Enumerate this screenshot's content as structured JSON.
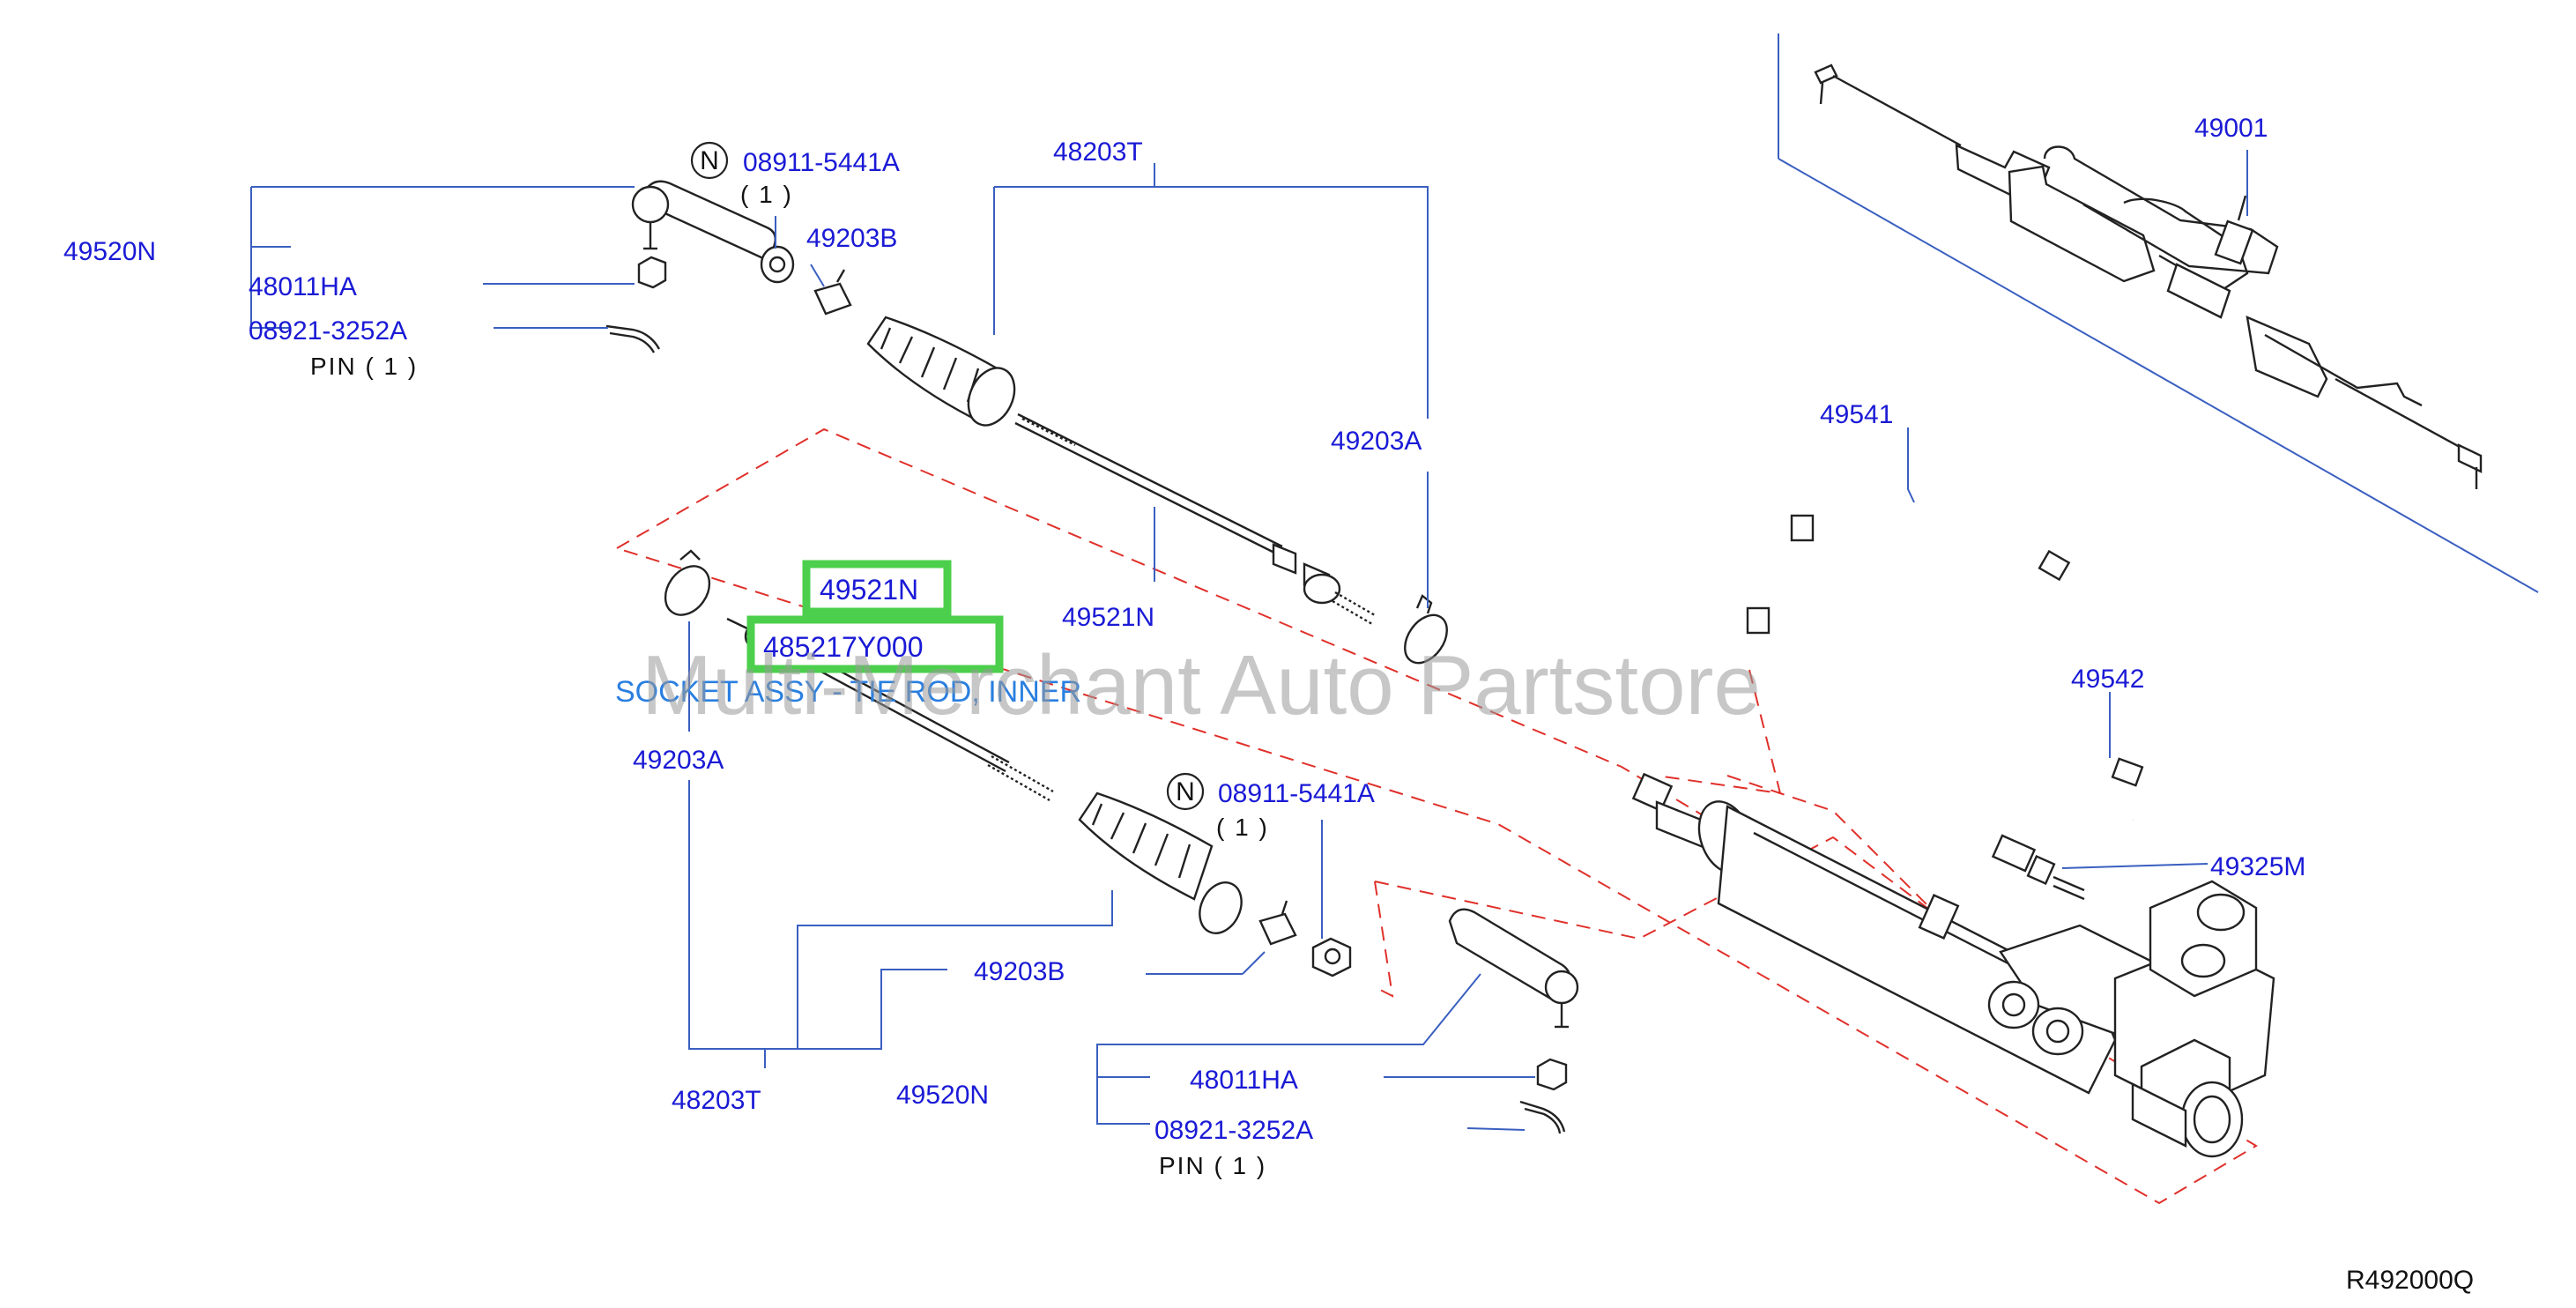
{
  "labels": {
    "tie_rod_end_top": "49520N",
    "nut_code_top": "08911-5441A",
    "nut_qty_top": "( 1 )",
    "nut_n_top": "N",
    "boot_kit_top": "48203T",
    "jam_nut_top": "48011HA",
    "clip_b_top": "49203B",
    "pin_top": "08921-3252A",
    "pin_text_top": "PIN ( 1 )",
    "clamp_a_top": "49203A",
    "inner_rod_top": "49521N",
    "inner_rod_mid": "49521N",
    "part_number": "485217Y000",
    "description": "SOCKET ASSY - TIE ROD, INNER",
    "clamp_a_left": "49203A",
    "nut_code_bot": "08911-5441A",
    "nut_qty_bot": "( 1 )",
    "nut_n_bot": "N",
    "clip_b_bot": "49203B",
    "boot_kit_bot": "48203T",
    "tie_rod_end_bot": "49520N",
    "jam_nut_bot": "48011HA",
    "pin_bot": "08921-3252A",
    "pin_text_bot": "PIN ( 1 )",
    "gear_assy": "49001",
    "tube_a": "49541",
    "tube_b": "49542",
    "connector": "49325M",
    "diagram_ref": "R492000Q"
  },
  "watermark": "Multi-Merchant Auto Partstore",
  "colors": {
    "label": "#1a1ad6",
    "leader": "#3a5fc0",
    "highlight": "#4ccf4c",
    "dashed_outline": "#e0302a",
    "description": "#2a7fe0",
    "watermark": "#9a9a9a"
  }
}
